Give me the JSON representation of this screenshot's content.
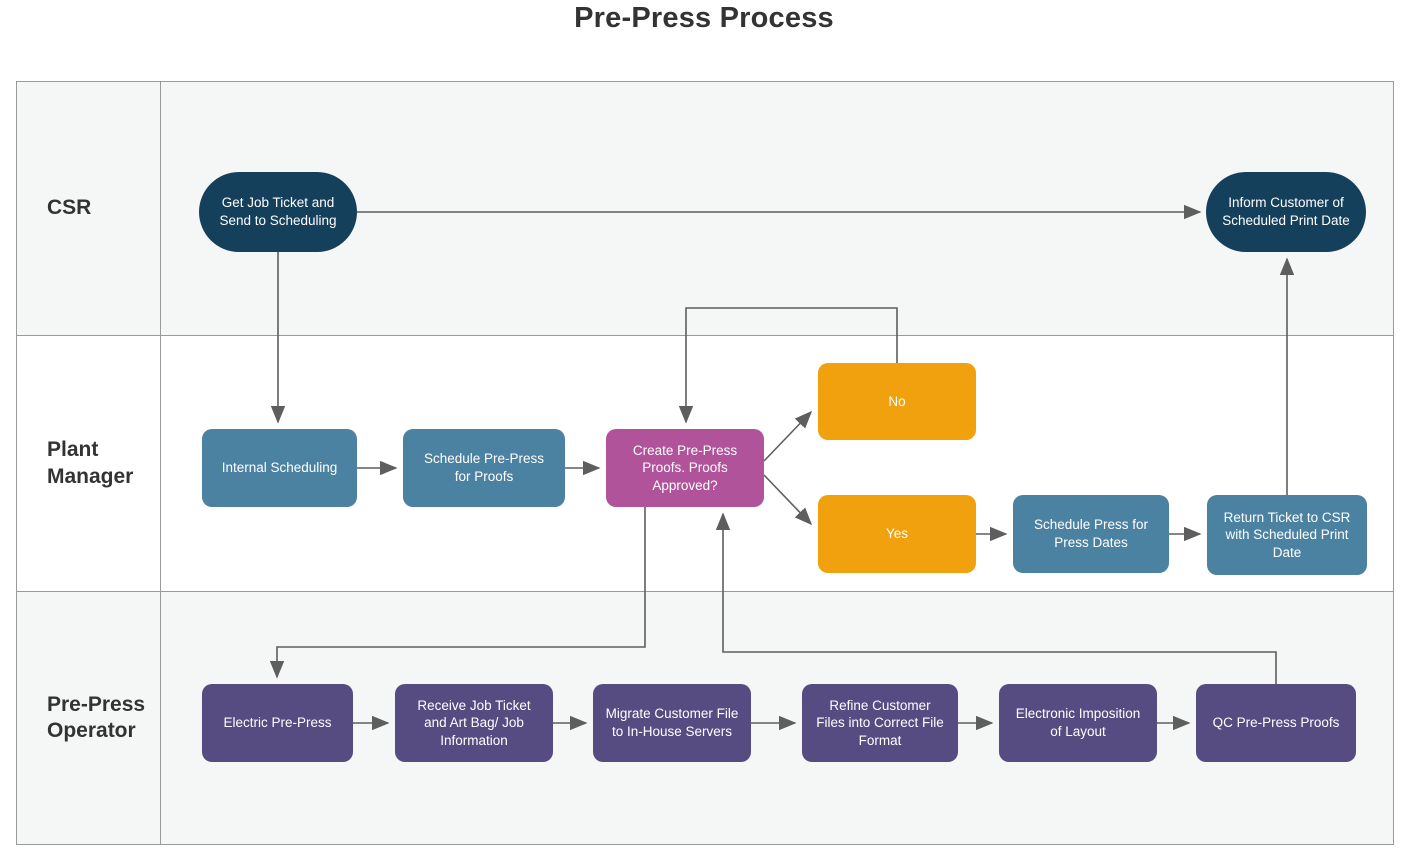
{
  "title": "Pre-Press Process",
  "colors": {
    "terminator_navy": "#14405c",
    "process_blue": "#4b82a2",
    "decision_magenta": "#b0539a",
    "answer_orange": "#f0a10d",
    "operator_purple": "#564c82",
    "connector_gray": "#5e5e5e",
    "lane_background": "#f5f6f6",
    "lane_border": "#9a9a9a",
    "text_dark": "#333333"
  },
  "lanes": [
    {
      "label": "CSR"
    },
    {
      "label": "Plant Manager"
    },
    {
      "label": "Pre-Press Operator"
    }
  ],
  "nodes": [
    {
      "id": "get-job-ticket",
      "lane": "CSR",
      "shape": "terminator",
      "label": "Get Job Ticket and Send to Scheduling"
    },
    {
      "id": "inform-customer",
      "lane": "CSR",
      "shape": "terminator",
      "label": "Inform Customer of Scheduled Print Date"
    },
    {
      "id": "internal-scheduling",
      "lane": "Plant Manager",
      "shape": "process",
      "label": "Internal Scheduling"
    },
    {
      "id": "schedule-pre-press-for-proofs",
      "lane": "Plant Manager",
      "shape": "process",
      "label": "Schedule Pre-Press for Proofs"
    },
    {
      "id": "create-pre-press-proofs",
      "lane": "Plant Manager",
      "shape": "decision",
      "label": "Create Pre-Press Proofs. Proofs Approved?"
    },
    {
      "id": "no",
      "lane": "Plant Manager",
      "shape": "answer",
      "label": "No"
    },
    {
      "id": "yes",
      "lane": "Plant Manager",
      "shape": "answer",
      "label": "Yes"
    },
    {
      "id": "schedule-press-for-press-dates",
      "lane": "Plant Manager",
      "shape": "process",
      "label": "Schedule Press for Press Dates"
    },
    {
      "id": "return-ticket-to-csr",
      "lane": "Plant Manager",
      "shape": "process",
      "label": "Return Ticket to CSR with Scheduled Print Date"
    },
    {
      "id": "electric-pre-press",
      "lane": "Pre-Press Operator",
      "shape": "process",
      "label": "Electric Pre-Press"
    },
    {
      "id": "receive-job-ticket",
      "lane": "Pre-Press Operator",
      "shape": "process",
      "label": "Receive Job Ticket and Art Bag/ Job Information"
    },
    {
      "id": "migrate-customer-file",
      "lane": "Pre-Press Operator",
      "shape": "process",
      "label": "Migrate Customer File to In-House Servers"
    },
    {
      "id": "refine-customer-files",
      "lane": "Pre-Press Operator",
      "shape": "process",
      "label": "Refine Customer Files into Correct File Format"
    },
    {
      "id": "electronic-imposition",
      "lane": "Pre-Press Operator",
      "shape": "process",
      "label": "Electronic Imposition of Layout"
    },
    {
      "id": "qc-pre-press-proofs",
      "lane": "Pre-Press Operator",
      "shape": "process",
      "label": "QC Pre-Press Proofs"
    }
  ],
  "edges": [
    {
      "from": "get-job-ticket",
      "to": "inform-customer"
    },
    {
      "from": "get-job-ticket",
      "to": "internal-scheduling"
    },
    {
      "from": "internal-scheduling",
      "to": "schedule-pre-press-for-proofs"
    },
    {
      "from": "schedule-pre-press-for-proofs",
      "to": "create-pre-press-proofs"
    },
    {
      "from": "create-pre-press-proofs",
      "to": "no"
    },
    {
      "from": "create-pre-press-proofs",
      "to": "yes"
    },
    {
      "from": "no",
      "to": "create-pre-press-proofs"
    },
    {
      "from": "yes",
      "to": "schedule-press-for-press-dates"
    },
    {
      "from": "schedule-press-for-press-dates",
      "to": "return-ticket-to-csr"
    },
    {
      "from": "return-ticket-to-csr",
      "to": "inform-customer"
    },
    {
      "from": "create-pre-press-proofs",
      "to": "electric-pre-press"
    },
    {
      "from": "electric-pre-press",
      "to": "receive-job-ticket"
    },
    {
      "from": "receive-job-ticket",
      "to": "migrate-customer-file"
    },
    {
      "from": "migrate-customer-file",
      "to": "refine-customer-files"
    },
    {
      "from": "refine-customer-files",
      "to": "electronic-imposition"
    },
    {
      "from": "electronic-imposition",
      "to": "qc-pre-press-proofs"
    },
    {
      "from": "qc-pre-press-proofs",
      "to": "create-pre-press-proofs"
    }
  ]
}
